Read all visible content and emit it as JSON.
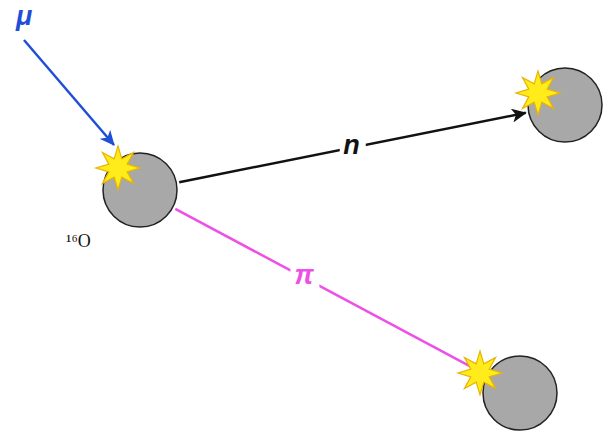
{
  "diagram": {
    "nodes": [
      {
        "text": [
          "¹⁶O"
        ]
      },
      {
        "text": []
      },
      {
        "text": []
      }
    ],
    "edges": [
      {
        "from": 0,
        "to": 1,
        "arrow": "to",
        "label": "n"
      },
      {
        "from": 0,
        "to": 2,
        "arrow": "to",
        "label": "π"
      }
    ],
    "labels": [
      "μ"
    ]
  }
}
